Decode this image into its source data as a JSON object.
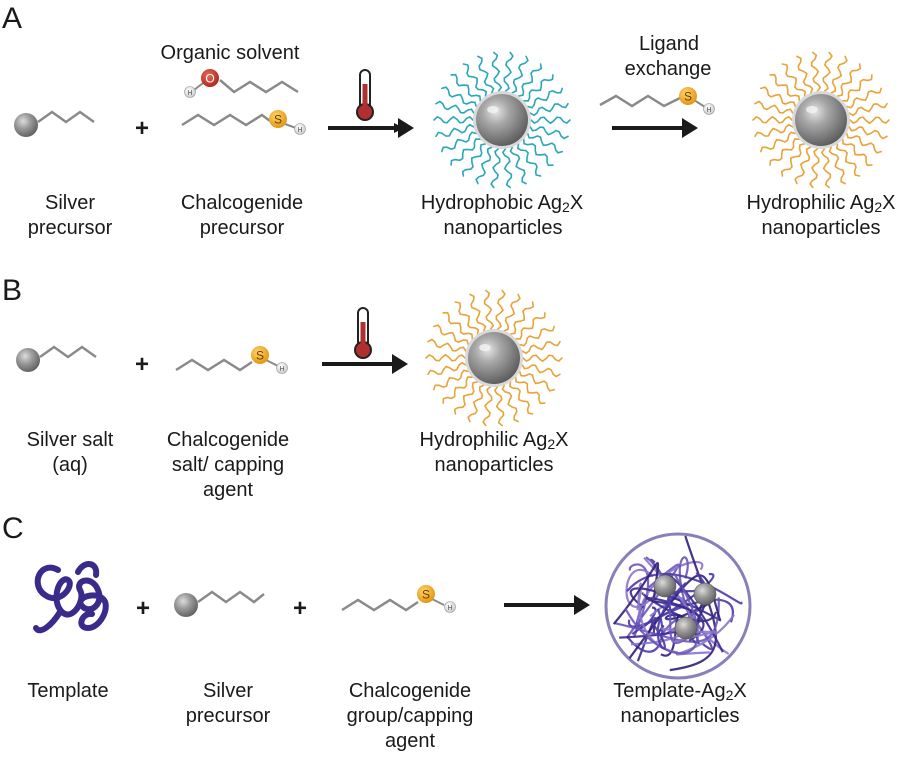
{
  "panels": {
    "a": {
      "letter": "A",
      "solvent_label": "Organic solvent",
      "ligand_label_1": "Ligand",
      "ligand_label_2": "exchange",
      "silver_1": "Silver",
      "silver_2": "precursor",
      "chalc_1": "Chalcogenide",
      "chalc_2": "precursor",
      "hphob_1_pre": "Hydrophobic Ag",
      "hphob_sub": "2",
      "hphob_1_post": "X",
      "hphob_2": "nanoparticles",
      "hphil_1_pre": "Hydrophilic Ag",
      "hphil_sub": "2",
      "hphil_1_post": "X",
      "hphil_2": "nanoparticles",
      "plus": "+"
    },
    "b": {
      "letter": "B",
      "salt_1": "Silver salt",
      "salt_2": "(aq)",
      "chalc_1": "Chalcogenide",
      "chalc_2": "salt/ capping",
      "chalc_3": "agent",
      "hphil_1_pre": "Hydrophilic Ag",
      "hphil_sub": "2",
      "hphil_1_post": "X",
      "hphil_2": "nanoparticles",
      "plus": "+"
    },
    "c": {
      "letter": "C",
      "template": "Template",
      "silver_1": "Silver",
      "silver_2": "precursor",
      "chalc_1": "Chalcogenide",
      "chalc_2": "group/capping",
      "chalc_3": "agent",
      "prod_1_pre": "Template-Ag",
      "prod_sub": "2",
      "prod_1_post": "X",
      "prod_2": "nanoparticles",
      "plus": "+"
    }
  },
  "atoms": {
    "oxygen": "O",
    "hydrogen": "H",
    "sulfur": "S"
  },
  "colors": {
    "sphere": "#8e8e8e",
    "chain": "#8a8a8a",
    "hydrophobic_ligand": "#2aa7b8",
    "hydrophilic_ligand": "#e8a33a",
    "sulfur": "#f2a51c",
    "oxygen": "#c0392b",
    "template": "#3a2a8c",
    "arrow": "#1a1a1a",
    "thermometer": "#b03030"
  },
  "icons": [
    "thermometer-icon",
    "silver-sphere-icon",
    "template-coil-icon",
    "nanoparticle-icon"
  ]
}
